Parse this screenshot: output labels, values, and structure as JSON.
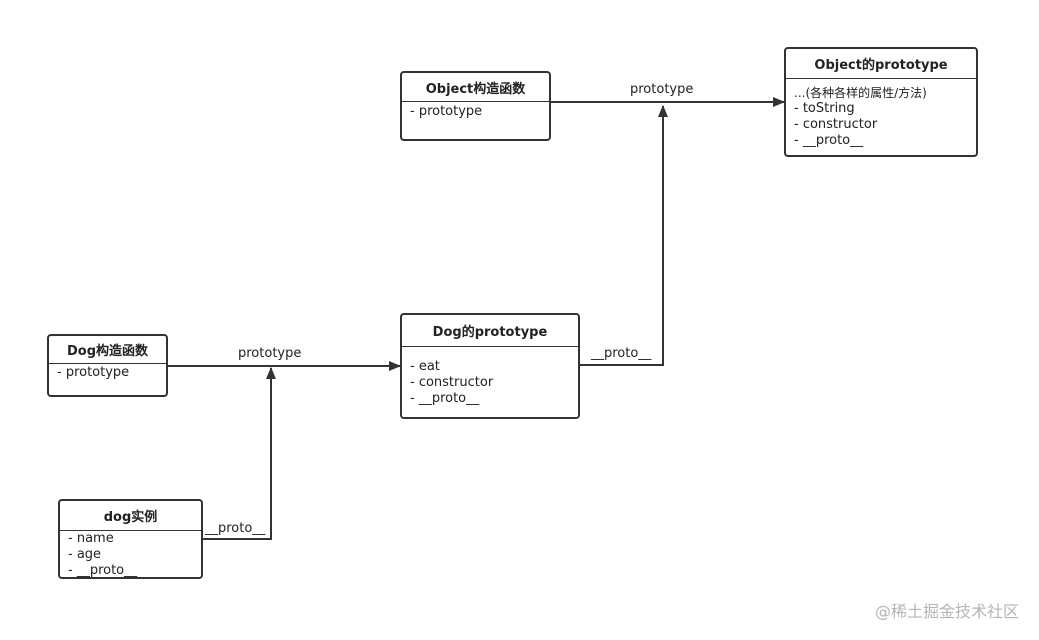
{
  "nodes": {
    "object_ctor": {
      "title": "Object构造函数",
      "items": [
        "- prototype"
      ]
    },
    "object_proto": {
      "title": "Object的prototype",
      "items": [
        "...(各种各样的属性/方法)",
        "- toString",
        "- constructor",
        "- __proto__"
      ]
    },
    "dog_ctor": {
      "title": "Dog构造函数",
      "items": [
        "- prototype"
      ]
    },
    "dog_proto": {
      "title": "Dog的prototype",
      "items": [
        "- eat",
        "- constructor",
        "- __proto__"
      ]
    },
    "dog_instance": {
      "title": "dog实例",
      "items": [
        "- name",
        "- age",
        "- __proto__"
      ]
    }
  },
  "edges": {
    "object_prototype": "prototype",
    "dog_prototype": "prototype",
    "dogproto_proto": "__proto__",
    "instance_proto": "__proto__"
  },
  "watermark": "@稀土掘金技术社区"
}
